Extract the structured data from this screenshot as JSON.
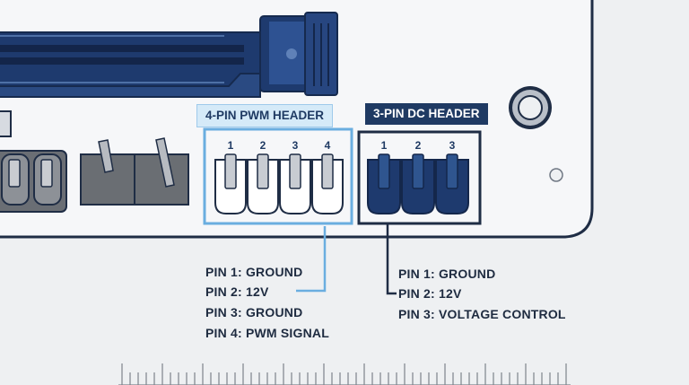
{
  "colors": {
    "board": "#f5f6f8",
    "outline": "#1f2d45",
    "navy": "#1e3a6e",
    "light_blue": "#6aaee0",
    "tag_light_bg": "#d5eaf8",
    "tag_dark_bg": "#1f3a63",
    "text": "#1e2b40"
  },
  "header_4pin": {
    "title": "4-PIN PWM HEADER",
    "pin_numbers": [
      "1",
      "2",
      "3",
      "4"
    ],
    "legend": [
      "PIN 1: GROUND",
      "PIN 2: 12V",
      "PIN 3: GROUND",
      "PIN 4: PWM SIGNAL"
    ]
  },
  "header_3pin": {
    "title": "3-PIN DC HEADER",
    "pin_numbers": [
      "1",
      "2",
      "3"
    ],
    "legend": [
      "PIN 1: GROUND",
      "PIN 2: 12V",
      "PIN 3: VOLTAGE CONTROL"
    ]
  }
}
